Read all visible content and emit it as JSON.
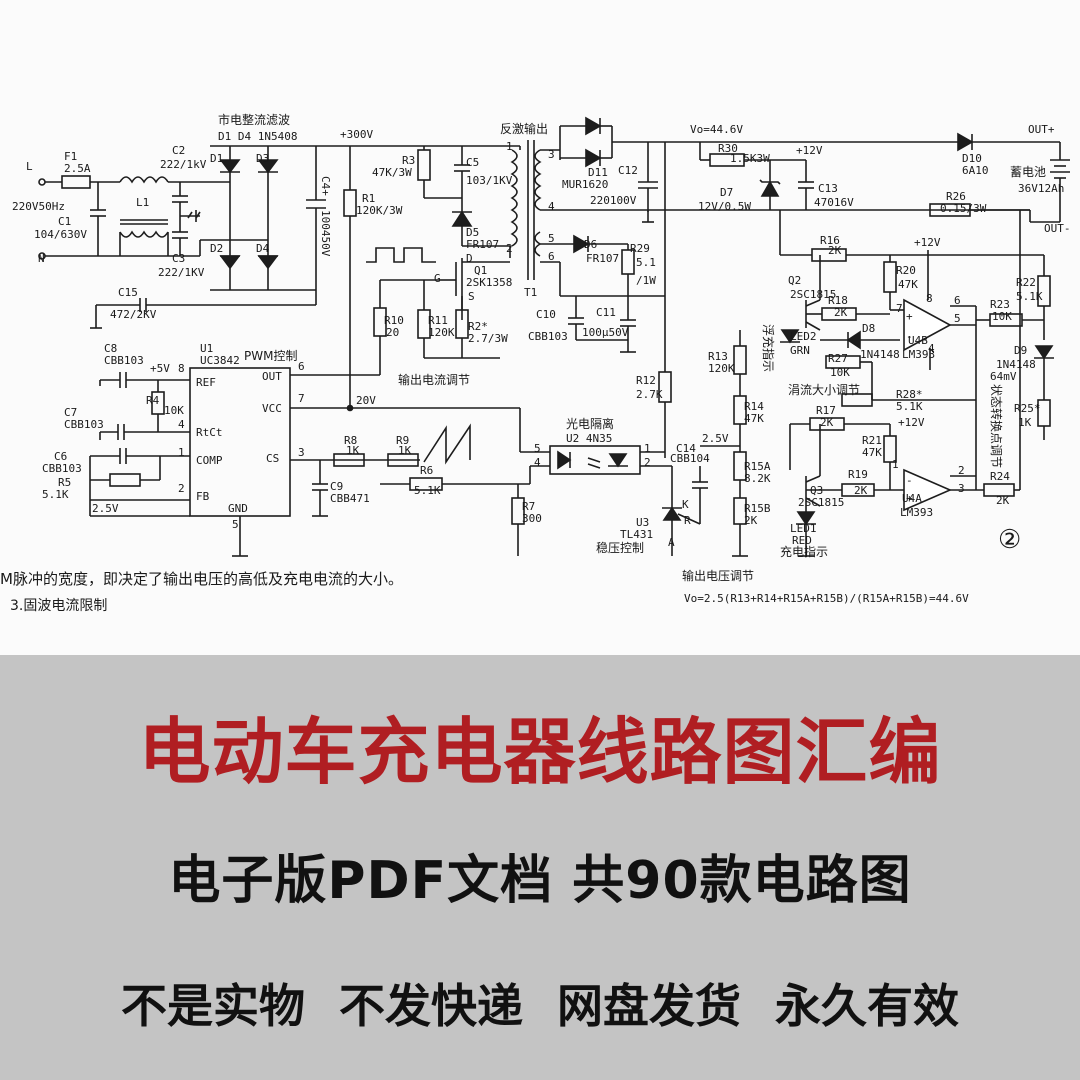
{
  "schematic": {
    "header_labels": {
      "rectifier": "市电整流滤波",
      "diodes": "D1  D4 1N5408",
      "hv_bus": "+300V",
      "flyback": "反激输出",
      "vout": "Vo=44.6V",
      "out_plus": "OUT+",
      "out_minus": "OUT-",
      "battery": "蓄电池",
      "battery_spec": "36V12Ah"
    },
    "input": {
      "L": "L",
      "N": "N",
      "mains": "220V50Hz",
      "F1": "F1",
      "F1_val": "2.5A",
      "C1": "C1",
      "C1_val": "104/630V",
      "L1": "L1",
      "C2": "C2",
      "C2_val": "222/1kV",
      "C3": "C3",
      "C3_val": "222/1KV",
      "C15": "C15",
      "C15_val": "472/2KV"
    },
    "bridge": {
      "D1": "D1",
      "D2": "D2",
      "D3": "D3",
      "D4": "D4",
      "C4": "C4+",
      "C4_val": "100450V"
    },
    "primary": {
      "R1": "R1",
      "R1_val": "120K/3W",
      "R3": "R3",
      "R3_val": "47K/3W",
      "C5": "C5",
      "C5_val": "103/1KV",
      "D5": "D5",
      "D5_val": "FR107",
      "Q1": "Q1",
      "Q1_val": "2SK1358",
      "G": "G",
      "D": "D",
      "S": "S",
      "R10": "R10",
      "R10_val": "20",
      "R11": "R11",
      "R11_val": "120K",
      "R2": "R2*",
      "R2_val": "2.7/3W",
      "output_current_adj": "输出电流调节",
      "T1": "T1"
    },
    "controller": {
      "U1": "U1",
      "U1_val": "UC3842",
      "pwm": "PWM控制",
      "ref": "REF",
      "rtct": "RtCt",
      "comp": "COMP",
      "fb": "FB",
      "gnd": "GND",
      "out": "OUT",
      "vcc": "VCC",
      "cs": "CS",
      "pin8": "8",
      "pin4": "4",
      "pin1": "1",
      "pin2": "2",
      "pin5": "5",
      "pin6": "6",
      "pin7": "7",
      "pin3": "3",
      "plus5v": "+5V",
      "C8": "C8",
      "C8_val": "CBB103",
      "R4": "R4",
      "R4_val": "10K",
      "C7": "C7",
      "C7_val": "CBB103",
      "C6": "C6",
      "C6_val": "CBB103",
      "R5": "R5",
      "R5_val": "5.1K",
      "v2_5": "2.5V",
      "v20": "20V",
      "R8": "R8",
      "R8_val": "1K",
      "R9": "R9",
      "R9_val": "1K",
      "C9": "C9",
      "C9_val": "CBB471",
      "R6": "R6",
      "R6_val": "5.1K"
    },
    "secondary": {
      "D11": "D11",
      "D11_val": "MUR1620",
      "C12": "C12",
      "C12_val": "220100V",
      "D6": "D6",
      "D6_val": "FR107",
      "R29": "R29",
      "R29_val": "5.1",
      "R29_w": "/1W",
      "C10": "C10",
      "C10_val": "CBB103",
      "C11": "C11",
      "C11_val": "100μ50V",
      "pin3": "3",
      "pin4": "4",
      "pin5": "5",
      "pin6": "6",
      "pin1": "1",
      "pin2": "2"
    },
    "opto": {
      "title": "光电隔离",
      "U2": "U2 4N35",
      "C14": "C14",
      "C14_val": "CBB104",
      "R7": "R7",
      "R7_val": "300",
      "U3": "U3",
      "U3_val": "TL431",
      "regulator": "稳压控制",
      "K": "K",
      "A": "A",
      "R": "R",
      "v2_5": "2.5V",
      "pin5": "5",
      "pin4": "4",
      "pin1": "1",
      "pin2": "2"
    },
    "feedback": {
      "R12": "R12",
      "R12_val": "2.7K",
      "R13": "R13",
      "R13_val": "120K",
      "R14": "R14",
      "R14_val": "47K",
      "R15A": "R15A",
      "R15A_val": "8.2K",
      "R15B": "R15B",
      "R15B_val": "2K",
      "output_voltage_adj": "输出电压调节",
      "formula": "Vo=2.5(R13+R14+R15A+R15B)/(R15A+R15B)=44.6V"
    },
    "charge_control": {
      "R30": "R30",
      "R30_val": "1.5K3W",
      "plus12v_a": "+12V",
      "D7": "D7",
      "D7_val": "12V/0.5W",
      "C13": "C13",
      "C13_val": "47016V",
      "D10": "D10",
      "D10_val": "6A10",
      "R26": "R26",
      "R26_val": "0.15/3W",
      "R16": "R16",
      "R16_val": "2K",
      "plus12v_b": "+12V",
      "Q2": "Q2",
      "Q2_val": "2SC1815",
      "R18": "R18",
      "R18_val": "2K",
      "R20": "R20",
      "R20_val": "47K",
      "R22": "R22",
      "R22_val": "5.1K",
      "R23": "R23",
      "R23_val": "10K",
      "D8": "D8",
      "D8_val": "1N4148",
      "D9": "D9",
      "D9_val": "1N4148",
      "U4B": "U4B",
      "U4B_val": "LM393",
      "LED2": "LED2",
      "LED2_val": "GRN",
      "float_indicator": "浮充指示",
      "R27": "R27",
      "R27_val": "10K",
      "trickle_adj": "涓流大小调节",
      "R28": "R28*",
      "R28_val": "5.1K",
      "v64mv": "64mV",
      "R25": "R25*",
      "R25_val": "1K",
      "state_adj": "状态转换点调节",
      "R17": "R17",
      "R17_val": "2K",
      "plus12v_c": "+12V",
      "R21": "R21",
      "R21_val": "47K",
      "R19": "R19",
      "R19_val": "2K",
      "Q3": "Q3",
      "Q3_val": "2SC1815",
      "U4A": "U4A",
      "U4A_val": "LM393",
      "R24": "R24",
      "R24_val": "2K",
      "LED1": "LED1",
      "LED1_val": "RED",
      "charge_indicator": "充电指示",
      "circle_num": "②",
      "pin8": "8",
      "pin7": "7",
      "pin6": "6",
      "pin5": "5",
      "pin4": "4",
      "pin3": "3",
      "pin2": "2",
      "pin1": "1"
    },
    "footer_text_1": "M脉冲的宽度，即决定了输出电压的高低及充电电流的大小。",
    "footer_text_2": "3.固波电流限制"
  },
  "banner": {
    "title": "电动车充电器线路图汇编",
    "subtitle": "电子版PDF文档  共90款电路图",
    "tags": [
      "不是实物",
      "不发快递",
      "网盘发货",
      "永久有效"
    ],
    "colors": {
      "title": "#b01e22",
      "text": "#111111",
      "background": "#c4c4c4"
    }
  }
}
